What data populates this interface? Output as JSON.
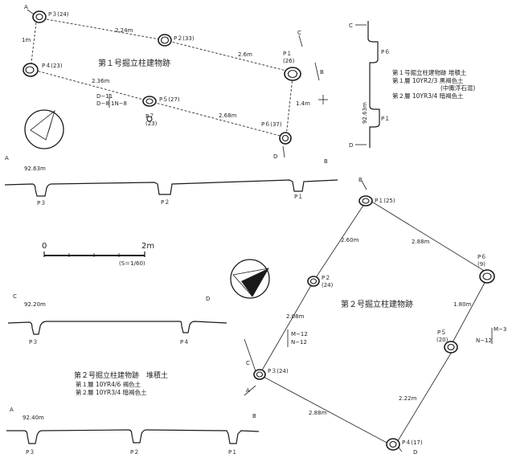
{
  "building1": {
    "title": "第１号掘立柱建物跡",
    "posts": {
      "p1": "P１",
      "p1_depth": "(26)",
      "p2": "P２(33)",
      "p3": "P３(24)",
      "p4": "P４(23)",
      "p5": "P５(27)",
      "p6": "P６(37)",
      "p7": "P７",
      "p7_depth": "(23)"
    },
    "distances": {
      "p3_p2": "2.24m",
      "p2_p1": "2.6m",
      "p3_p4": "1m",
      "p4_p5": "2.36m",
      "p5_p6": "2.68m",
      "p1_p6": "1.4m"
    },
    "grid_labels": [
      "D−11",
      "D−8",
      "1N−8"
    ],
    "section_letters": {
      "a": "A",
      "b": "B",
      "c": "C",
      "d": "D"
    },
    "section_ab": {
      "elevation": "92.63m",
      "start": "A",
      "end": "B",
      "posts": [
        "P３",
        "P２",
        "P１"
      ]
    },
    "section_cd": {
      "elevation": "92.63m",
      "start": "C",
      "end": "D",
      "posts": [
        "P６",
        "P１"
      ],
      "legend_title": "第１号掘立柱建物跡 堆積土",
      "layers": [
        "第１層 10YR2/3 黒褐色土",
        "(中掫浮石混)",
        "第２層 10YR3/4 暗褐色土"
      ]
    }
  },
  "scale": {
    "zero": "0",
    "end": "2m",
    "ratio": "(S＝1/60)"
  },
  "building2": {
    "title": "第２号掘立柱建物跡",
    "posts": {
      "p1": "P１(25)",
      "p2": "P２",
      "p2_depth": "(24)",
      "p3": "P３(24)",
      "p4": "P４(17)",
      "p5": "P５",
      "p5_depth": "(20)",
      "p6": "P６",
      "p6_depth": "(9)"
    },
    "distances": {
      "p1_p6": "2.88m",
      "p1_p2": "2.60m",
      "p2_p3": "2.08m",
      "p6_p5": "1.80m",
      "p5_p4": "2.22m",
      "p3_p4": "2.88m"
    },
    "grid_labels": [
      "M−12",
      "N−12",
      "M−3",
      "N−12"
    ],
    "section_letters": {
      "a": "A",
      "b": "B",
      "c": "C",
      "d": "D"
    },
    "section_cd": {
      "elevation": "92.20m",
      "start": "C",
      "end": "D",
      "posts": [
        "P３",
        "P４"
      ]
    },
    "section_ab": {
      "elevation": "92.40m",
      "start": "A",
      "end": "B",
      "posts": [
        "P３",
        "P２",
        "P１"
      ]
    },
    "legend_title": "第２号掘立柱建物跡　堆積土",
    "layers": [
      "第１層 10YR4/6 褐色土",
      "第２層 10YR3/4 暗褐色土"
    ]
  }
}
